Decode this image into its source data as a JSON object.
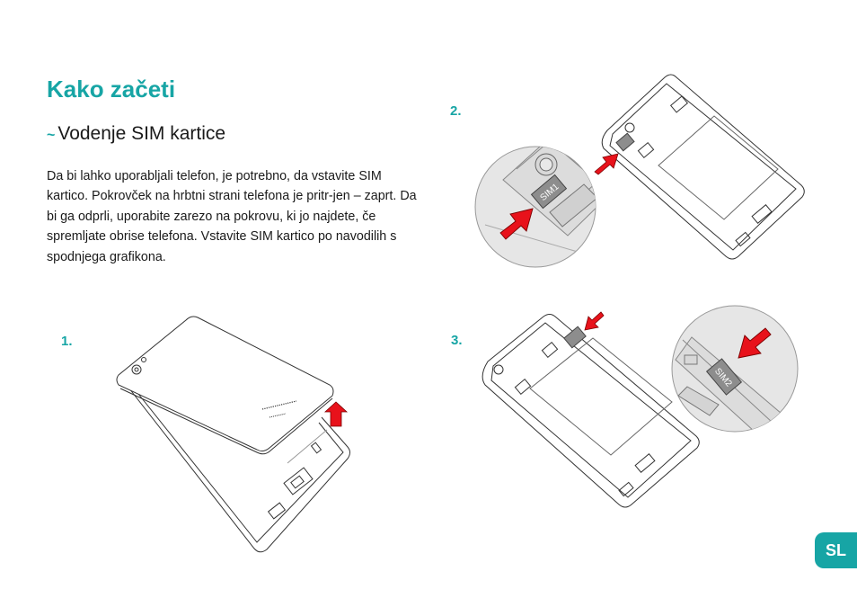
{
  "title": "Kako začeti",
  "subtitle": {
    "tilde": "~",
    "text": "Vodenje SIM kartice"
  },
  "body": "Da bi lahko uporabljali telefon, je potrebno, da vstavite SIM kartico. Pokrovček na hrbtni strani telefona je pritr-jen – zaprt. Da bi ga odprli, uporabite zarezo na pokrovu, ki jo najdete, če spremljate obrise telefona. Vstavite SIM kartico po navodilih s spodnjega grafikona.",
  "steps": {
    "step1": "1.",
    "step2": "2.",
    "step3": "3."
  },
  "sim_labels": {
    "sim1": "SIM1",
    "sim2": "SIM2"
  },
  "language_tab": "SL",
  "colors": {
    "accent": "#17a5a5",
    "arrow": "#e8121b",
    "sim_card": "#8d8d8d"
  }
}
